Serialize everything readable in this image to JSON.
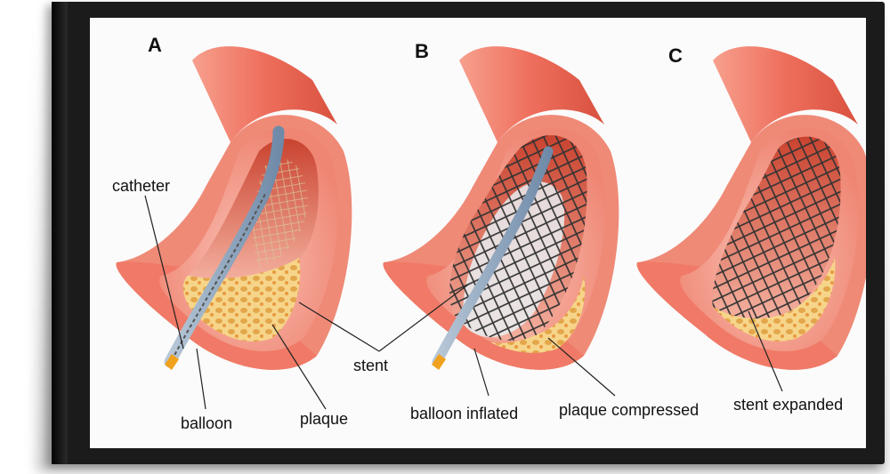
{
  "panels": [
    {
      "letter": "A",
      "labels": {
        "catheter": "catheter",
        "balloon": "balloon",
        "plaque": "plaque"
      }
    },
    {
      "letter": "B",
      "labels": {
        "balloon": "balloon inflated",
        "plaque": "plaque compressed"
      }
    },
    {
      "letter": "C",
      "labels": {
        "stent": "stent expanded"
      }
    }
  ],
  "shared_labels": {
    "stent": "stent"
  },
  "colors": {
    "frame": "#1b1b1b",
    "canvas": "#fbfbfb",
    "vessel_outer": "#ee7a6c",
    "vessel_wall": "#f3a99b",
    "lumen": "#d95a45",
    "plaque": "#f3c66a",
    "stent": "#3a3a3a",
    "catheter": "#8aa5c2",
    "tip": "#f0a21f"
  }
}
